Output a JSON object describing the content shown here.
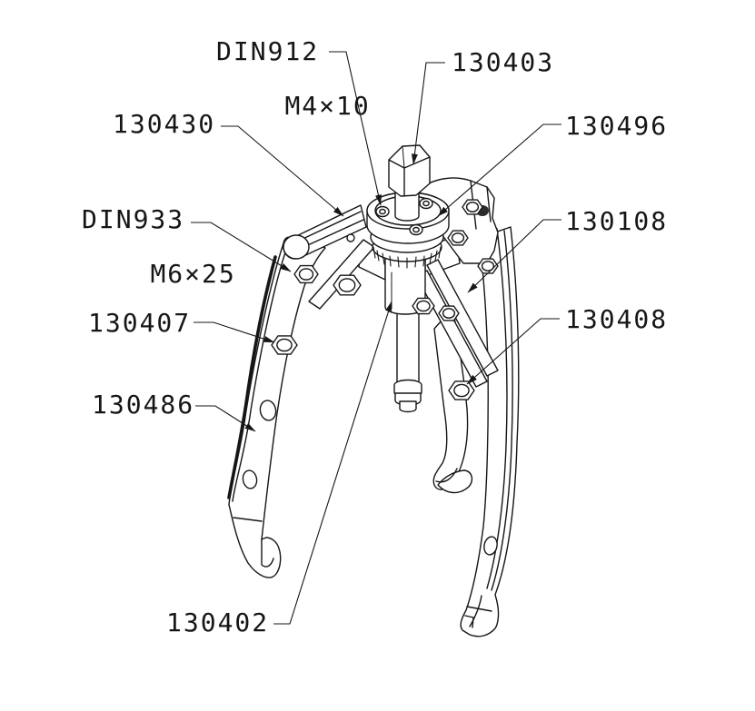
{
  "diagram": {
    "subject_colors": {
      "line": "#161616",
      "background": "#ffffff"
    },
    "labels": {
      "din912": {
        "line1": "DIN912",
        "line2": "M4×10"
      },
      "n130403": {
        "text": "130403"
      },
      "n130430": {
        "text": "130430"
      },
      "n130496": {
        "text": "130496"
      },
      "din933": {
        "line1": "DIN933",
        "line2": "M6×25"
      },
      "n130108": {
        "text": "130108"
      },
      "n130407": {
        "text": "130407"
      },
      "n130408": {
        "text": "130408"
      },
      "n130486": {
        "text": "130486"
      },
      "n130402": {
        "text": "130402"
      }
    }
  }
}
